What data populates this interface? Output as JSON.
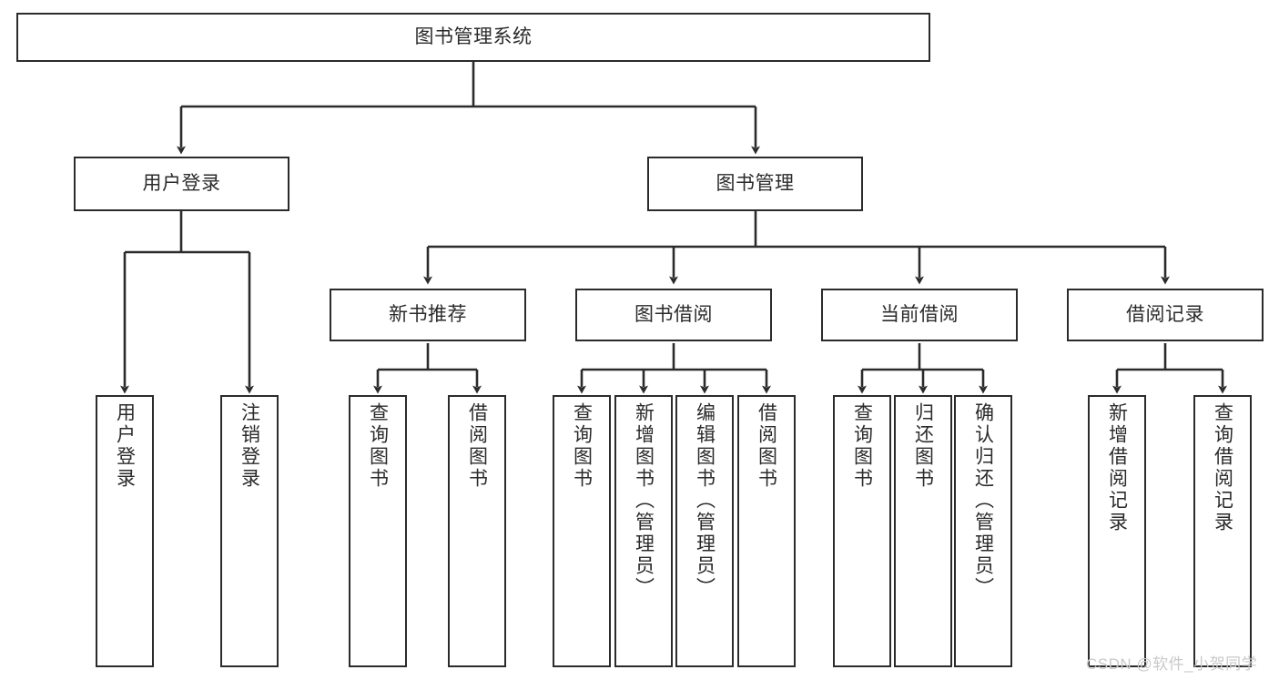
{
  "diagram": {
    "title_node": {
      "label": "图书管理系统"
    },
    "level2": [
      {
        "id": "user-login",
        "label": "用户登录"
      },
      {
        "id": "book-manage",
        "label": "图书管理"
      }
    ],
    "level3": [
      {
        "id": "new-book-recommend",
        "label": "新书推荐"
      },
      {
        "id": "book-borrow",
        "label": "图书借阅"
      },
      {
        "id": "current-borrow",
        "label": "当前借阅"
      },
      {
        "id": "borrow-record",
        "label": "借阅记录"
      }
    ],
    "leaves": {
      "user_login": [
        {
          "id": "leaf-user-login",
          "label": "用户登录"
        },
        {
          "id": "leaf-logout-login",
          "label": "注销登录"
        }
      ],
      "new_book_recommend": [
        {
          "id": "leaf-query-book-1",
          "label": "查询图书"
        },
        {
          "id": "leaf-borrow-book-1",
          "label": "借阅图书"
        }
      ],
      "book_borrow": [
        {
          "id": "leaf-query-book-2",
          "label": "查询图书"
        },
        {
          "id": "leaf-add-book-admin",
          "label": "新增图书（管理员）"
        },
        {
          "id": "leaf-edit-book-admin",
          "label": "编辑图书（管理员）"
        },
        {
          "id": "leaf-borrow-book-2",
          "label": "借阅图书"
        }
      ],
      "current_borrow": [
        {
          "id": "leaf-query-book-3",
          "label": "查询图书"
        },
        {
          "id": "leaf-return-book",
          "label": "归还图书"
        },
        {
          "id": "leaf-confirm-return-admin",
          "label": "确认归还（管理员）"
        }
      ],
      "borrow_record": [
        {
          "id": "leaf-add-borrow-record",
          "label": "新增借阅记录"
        },
        {
          "id": "leaf-query-borrow-record",
          "label": "查询借阅记录"
        }
      ]
    },
    "watermark": {
      "text": "CSDN @软件_小贺同学"
    },
    "colors": {
      "stroke": "#2b2b2b",
      "fill": "#ffffff",
      "watermark": "#c9c9c9"
    }
  }
}
